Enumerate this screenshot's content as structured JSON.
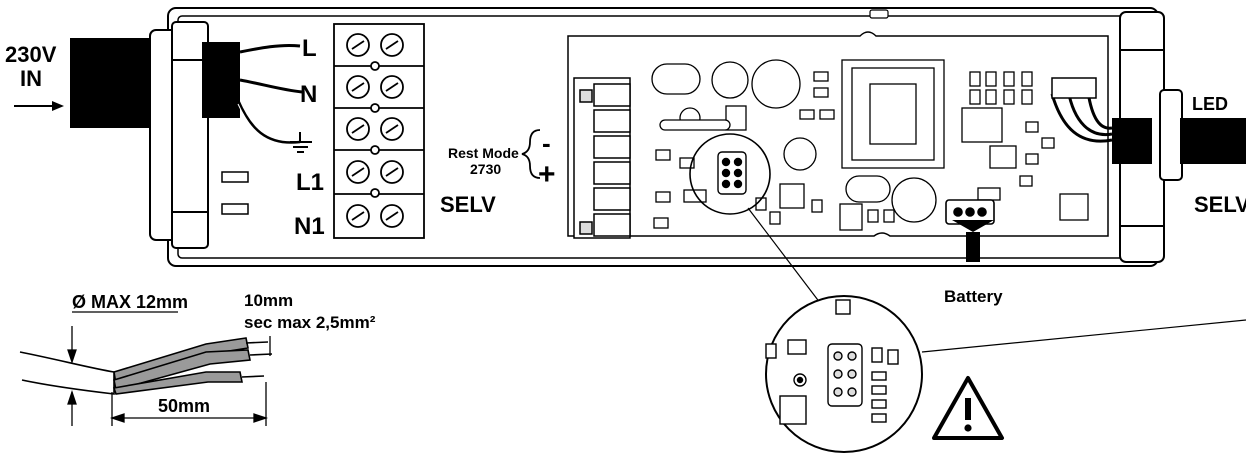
{
  "colors": {
    "line": "#000000",
    "fill": "#ffffff",
    "gray": "#9a9a9a",
    "board": "#f4f4f4"
  },
  "labels": {
    "input_voltage": "230V",
    "input_in": "IN",
    "terminal_l": "L",
    "terminal_n": "N",
    "terminal_l1": "L1",
    "terminal_n1": "N1",
    "rest_mode": "Rest Mode",
    "rest_mode_code": "2730",
    "minus_sign": "-",
    "plus_sign": "+",
    "selv_left": "SELV",
    "selv_right": "SELV",
    "led": "LED",
    "battery": "Battery",
    "cable_diameter": "Ø MAX 12mm",
    "strip_length": "10mm",
    "cross_section": "sec max 2,5mm²",
    "sheath_length": "50mm"
  },
  "icons": [
    "warning-triangle-icon",
    "earth-ground-icon",
    "arrow-right-icon",
    "arrow-down-icon"
  ]
}
